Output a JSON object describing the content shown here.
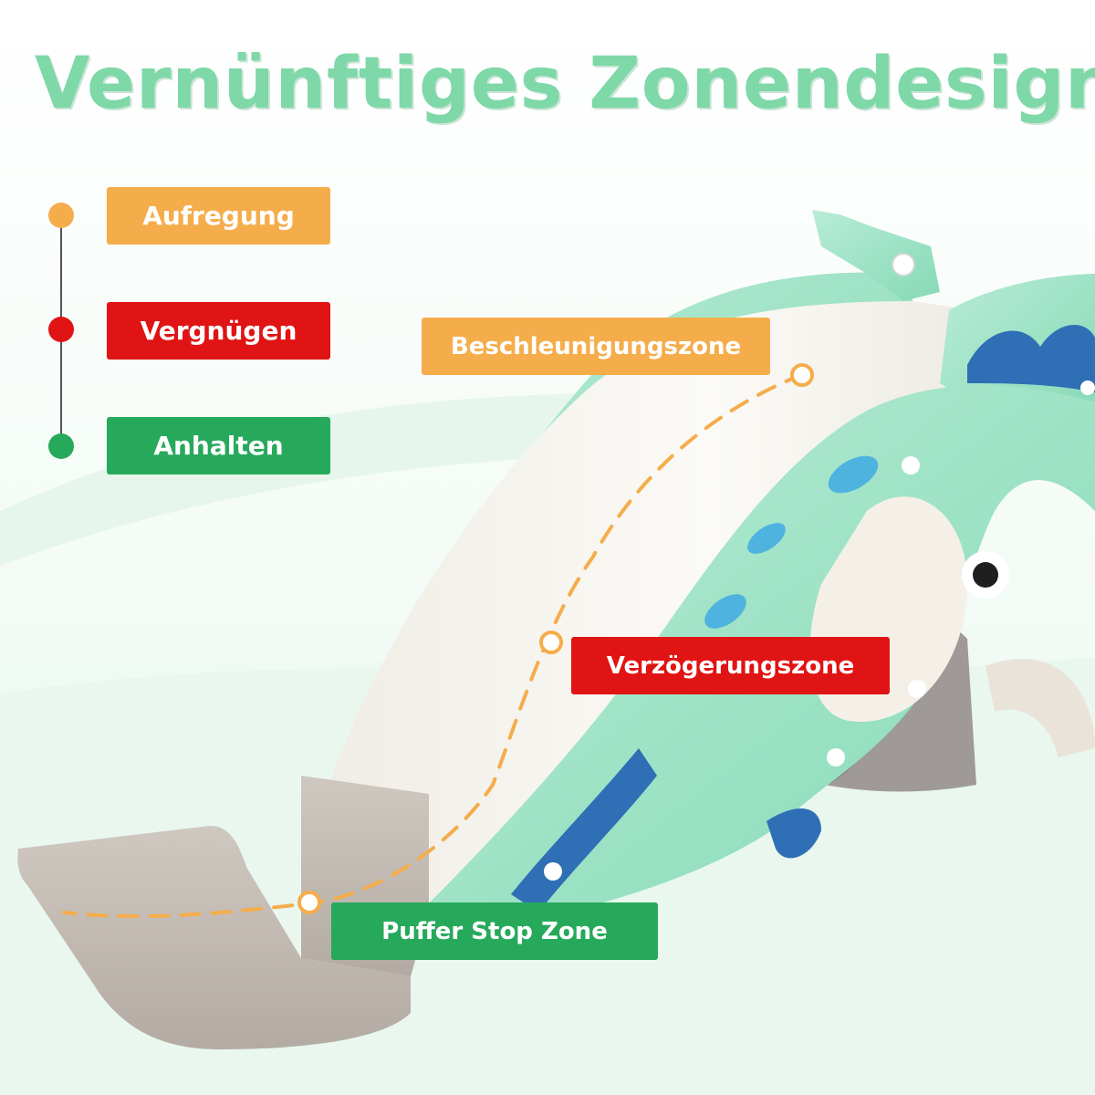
{
  "title": "Vernünftiges Zonendesign",
  "legend": [
    {
      "label": "Aufregung",
      "color": "#f5ad4b"
    },
    {
      "label": "Vergnügen",
      "color": "#e01414"
    },
    {
      "label": "Anhalten",
      "color": "#27a95c"
    }
  ],
  "zones": {
    "acceleration": {
      "label": "Beschleunigungszone",
      "color": "#f5ad4b"
    },
    "deceleration": {
      "label": "Verzögerungszone",
      "color": "#e01414"
    },
    "buffer": {
      "label": "Puffer Stop Zone",
      "color": "#27a95c"
    }
  },
  "colors": {
    "slide_mint": "#9fe3c6",
    "slide_surface": "#f5f2ea",
    "slide_grey": "#c8c0b8",
    "wave_blue": "#2f6fb5",
    "title_green": "#7ed8a8"
  }
}
